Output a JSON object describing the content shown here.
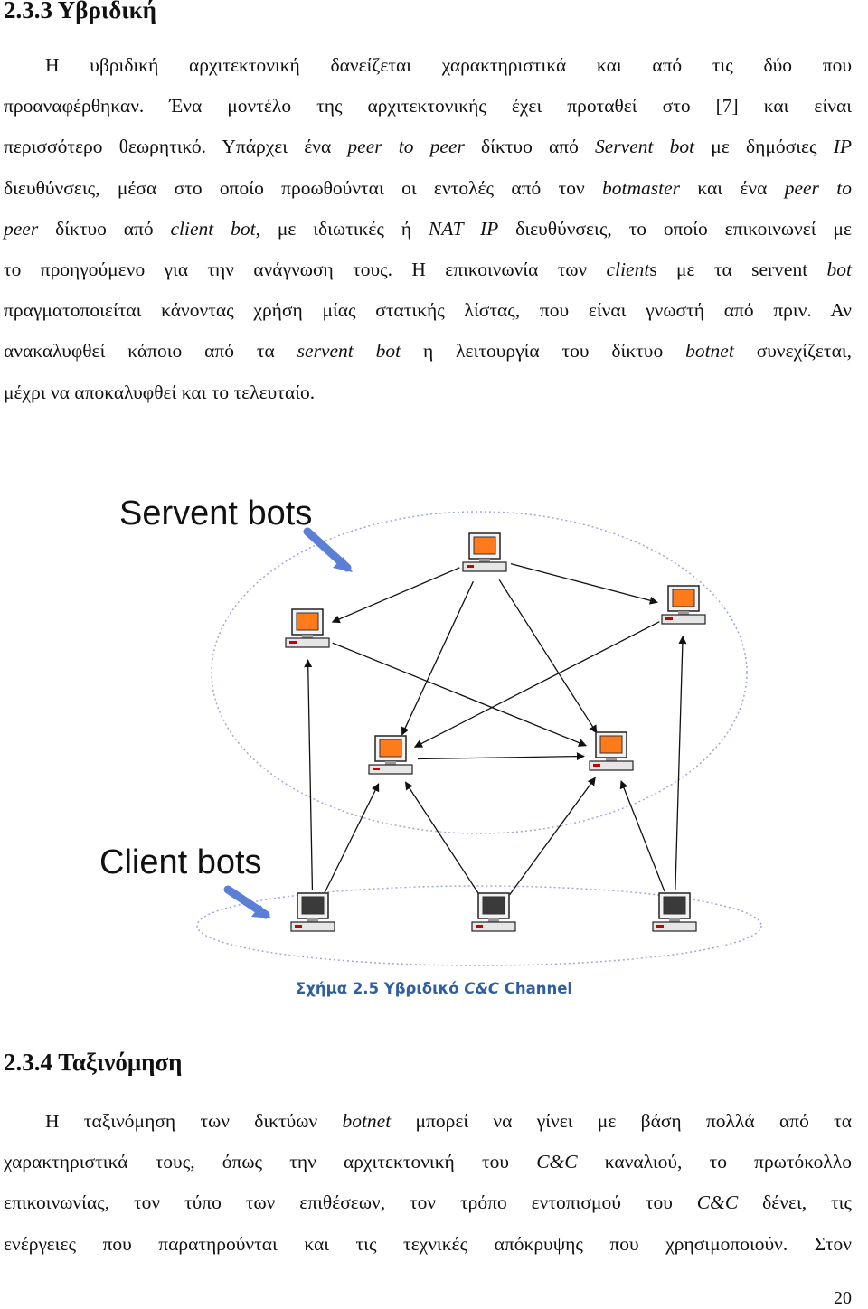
{
  "section1": {
    "heading": "2.3.3 Υβριδική",
    "lines": [
      {
        "runs": [
          {
            "t": "Η υβριδική αρχιτεκτονική δανείζεται χαρακτηριστικά και από τις δύο που"
          }
        ]
      },
      {
        "runs": [
          {
            "t": "προαναφέρθηκαν. Ένα μοντέλο της αρχιτεκτονικής έχει προταθεί στο [7] και είναι"
          }
        ]
      },
      {
        "runs": [
          {
            "t": "περισσότερο θεωρητικό. Υπάρχει ένα "
          },
          {
            "t": "peer to peer",
            "i": true
          },
          {
            "t": " δίκτυο από "
          },
          {
            "t": "Servent bot",
            "i": true
          },
          {
            "t": " με δημόσιες "
          },
          {
            "t": "IP",
            "i": true
          }
        ]
      },
      {
        "runs": [
          {
            "t": "διευθύνσεις, μέσα στο οποίο προωθούνται οι εντολές από τον "
          },
          {
            "t": "botmaster",
            "i": true
          },
          {
            "t": " και ένα "
          },
          {
            "t": "peer to",
            "i": true
          }
        ]
      },
      {
        "runs": [
          {
            "t": "peer",
            "i": true
          },
          {
            "t": " δίκτυο από "
          },
          {
            "t": "client bot",
            "i": true
          },
          {
            "t": ", με ιδιωτικές ή "
          },
          {
            "t": "NAT IP",
            "i": true
          },
          {
            "t": " διευθύνσεις, το οποίο επικοινωνεί με"
          }
        ]
      },
      {
        "runs": [
          {
            "t": "το προηγούμενο για την ανάγνωση τους. Η επικοινωνία των "
          },
          {
            "t": "client",
            "i": true
          },
          {
            "t": "s με τα servent "
          },
          {
            "t": "bot",
            "i": true
          }
        ]
      },
      {
        "runs": [
          {
            "t": "πραγματοποιείται κάνοντας χρήση μίας στατικής λίστας, που είναι γνωστή από πριν. Αν"
          }
        ]
      },
      {
        "runs": [
          {
            "t": "ανακαλυφθεί κάποιο από τα "
          },
          {
            "t": "servent bot",
            "i": true
          },
          {
            "t": " η λειτουργία του δίκτυο "
          },
          {
            "t": "botnet",
            "i": true
          },
          {
            "t": " συνεχίζεται,"
          }
        ]
      },
      {
        "runs": [
          {
            "t": "μέχρι να αποκαλυφθεί και το τελευταίο."
          }
        ],
        "last": true
      }
    ]
  },
  "figure": {
    "label_top": "Servent bots",
    "label_bottom": "Client bots",
    "colors": {
      "servent_screen": "#ff7a1a",
      "client_screen": "#3a3a3a",
      "arrow": "#111111",
      "pointer": "#5b7fd6",
      "ellipse": "#9fa8d8"
    }
  },
  "caption": {
    "prefix": "Σχήμα 2.5 Υβριδικό ",
    "italic": "C&C",
    "suffix": " Channel"
  },
  "section2": {
    "heading": "2.3.4 Ταξινόμηση",
    "lines": [
      {
        "runs": [
          {
            "t": "Η ταξινόμηση των δικτύων "
          },
          {
            "t": "botnet",
            "i": true
          },
          {
            "t": " μπορεί να γίνει με βάση πολλά από τα"
          }
        ]
      },
      {
        "runs": [
          {
            "t": "χαρακτηριστικά τους, όπως την αρχιτεκτονική του "
          },
          {
            "t": "C&C",
            "i": true
          },
          {
            "t": " καναλιού, το πρωτόκολλο"
          }
        ]
      },
      {
        "runs": [
          {
            "t": "επικοινωνίας, τον τύπο των επιθέσεων, τον τρόπο εντοπισμού του "
          },
          {
            "t": "C&C",
            "i": true
          },
          {
            "t": " δένει, τις"
          }
        ]
      },
      {
        "runs": [
          {
            "t": "ενέργειες που παρατηρούνται και τις τεχνικές απόκρυψης που χρησιμοποιούν. Στον"
          }
        ]
      }
    ]
  },
  "page_number": "20"
}
